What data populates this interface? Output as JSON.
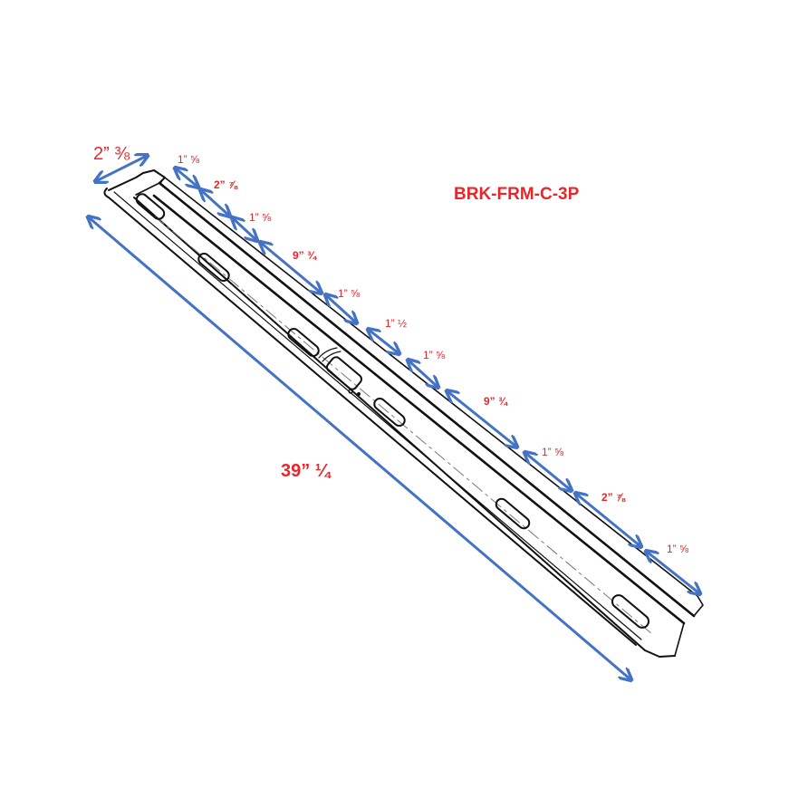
{
  "part_number": "BRK-FRM-C-3P",
  "colors": {
    "label": "#e8262b",
    "arrow": "#4472c4",
    "outline": "#111111"
  },
  "overall_length": "39” ¼",
  "width": "2” ⅜",
  "segments": [
    {
      "label": "1” ⅝"
    },
    {
      "label": "2” ⅞"
    },
    {
      "label": "1” ⅝"
    },
    {
      "label": "9” ¾"
    },
    {
      "label": "1” ⅝"
    },
    {
      "label": "1” ½"
    },
    {
      "label": "1” ⅝"
    },
    {
      "label": "9” ¾"
    },
    {
      "label": "1” ⅝"
    },
    {
      "label": "2” ⅞"
    },
    {
      "label": "1” ⅝"
    }
  ]
}
